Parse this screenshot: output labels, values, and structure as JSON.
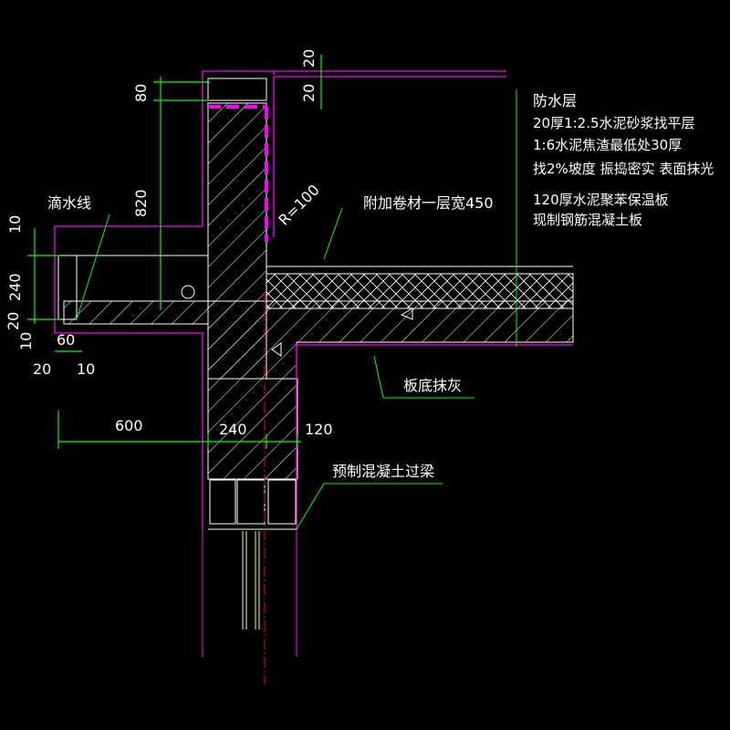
{
  "labels": {
    "layers": [
      "防水层",
      "20厚1:2.5水泥砂浆找平层",
      "1:6水泥焦渣最低处30厚",
      "找2%坡度 振捣密实 表面抹光",
      "120厚水泥聚苯保温板",
      "现制钢筋混凝土板"
    ],
    "drip_line": "滴水线",
    "extra_membrane": "附加卷材一层宽450",
    "radius": "R=100",
    "slab_plaster": "板底抹灰",
    "precast_lintel": "预制混凝土过梁"
  },
  "dimensions": {
    "d80": "80",
    "d820": "820",
    "d20_top": "20",
    "d20_side": "20",
    "d10_a": "10",
    "d240_left": "240",
    "d20_left": "20",
    "d10_b": "10",
    "d60": "60",
    "d20_bottom": "20",
    "d10_bottom": "10",
    "d600": "600",
    "d240": "240",
    "d120": "120"
  },
  "colors": {
    "background": "#000000",
    "outline": "#ff00ff",
    "waterproof": "#ff00ff",
    "dimension": "#00ff00",
    "hatch": "#ffffff",
    "centerline": "#ff0000",
    "leader": "#00ff00",
    "text": "#ffffff"
  }
}
